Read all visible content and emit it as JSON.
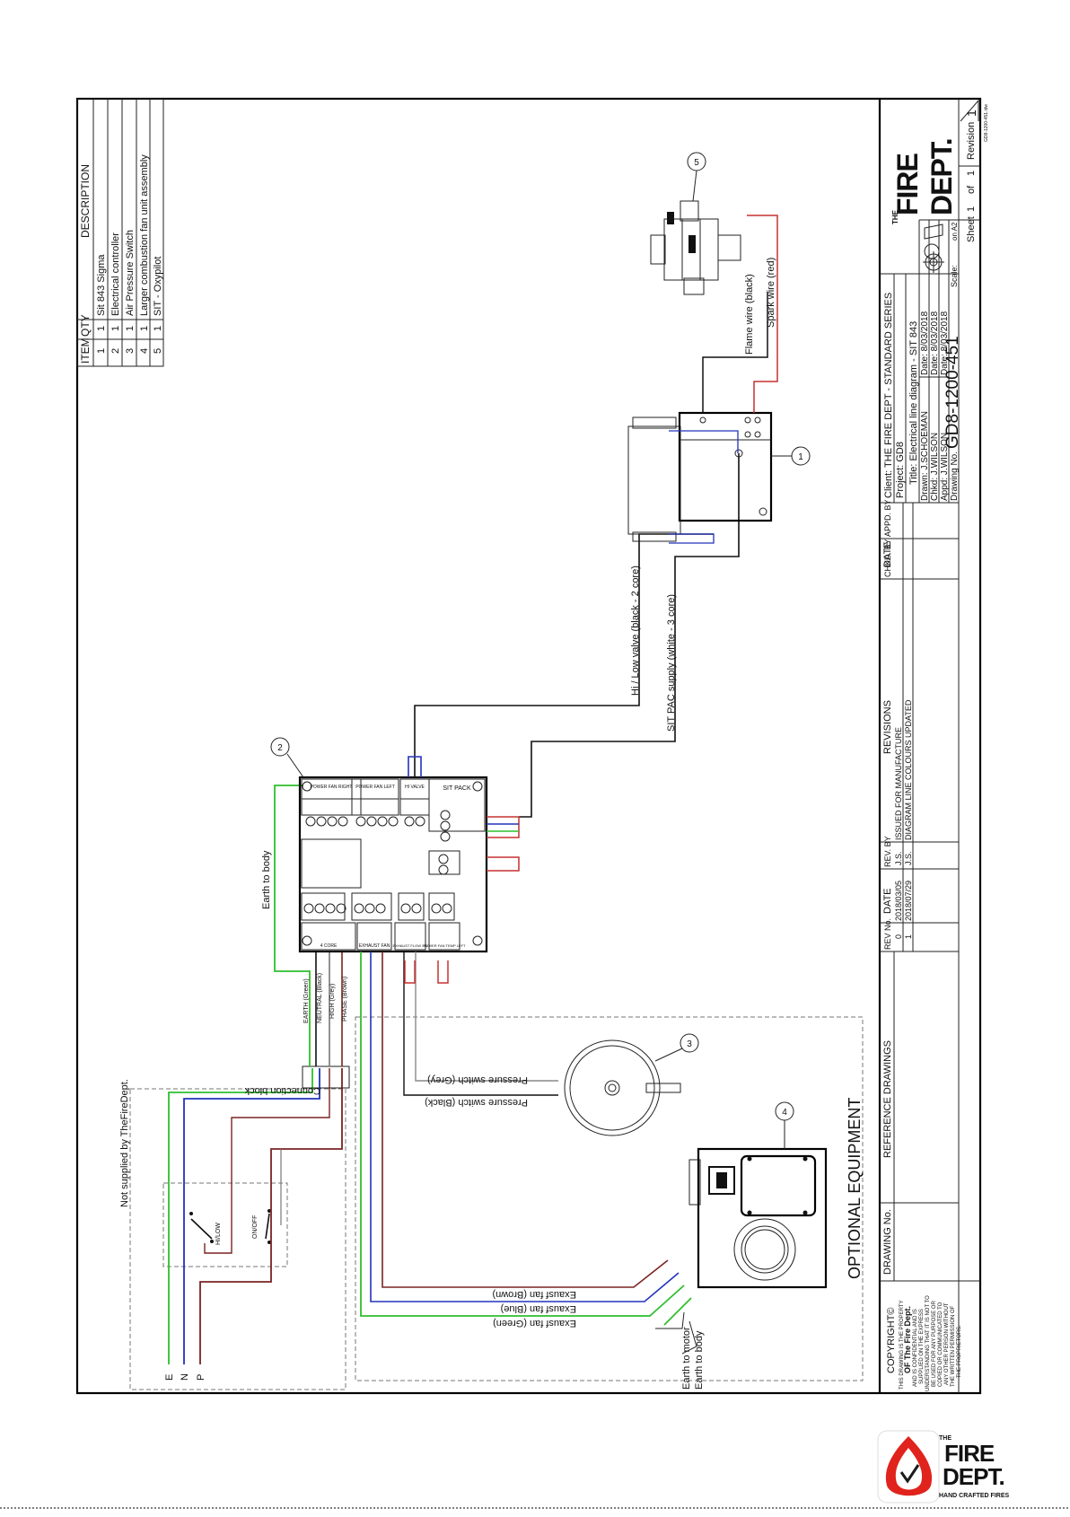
{
  "parts_list": {
    "headers": [
      "ITEM",
      "QTY",
      "DESCRIPTION"
    ],
    "rows": [
      {
        "item": "1",
        "qty": "1",
        "desc": "Sit 843 Sigma"
      },
      {
        "item": "2",
        "qty": "1",
        "desc": "Electrical controller"
      },
      {
        "item": "3",
        "qty": "1",
        "desc": "Air Pressure Switch"
      },
      {
        "item": "4",
        "qty": "1",
        "desc": "Larger combustion fan unit assembly"
      },
      {
        "item": "5",
        "qty": "1",
        "desc": "SIT - Oxypilot"
      }
    ]
  },
  "diagram": {
    "labels": {
      "not_supplied": "Not supplied by TheFireDept.",
      "supply_e": "E",
      "supply_n": "N",
      "supply_p": "P",
      "hi_low": "HI/LOW",
      "on_off": "ON/OFF",
      "connection_block": "Connection block",
      "earth_green": "EARTH (Green)",
      "neutral_black": "NEUTRAL (Black)",
      "high_grey": "HIGH (Grey)",
      "phase_brown": "PHASE (Brown)",
      "earth_to_body": "Earth to body",
      "hi_low_valve": "Hi / Low valve (black - 2 core)",
      "sit_pac_supply": "SIT PAC supply (white - 3 core)",
      "flame_wire": "Flame wire (black)",
      "spark_wire": "Spark wire (red)",
      "pressure_grey": "Pressure switch (Grey)",
      "pressure_black": "Pressure switch (Black)",
      "fan_brown": "Exausf fan (Brown)",
      "fan_blue": "Exausf fan (Blue)",
      "fan_green": "Exausf fan (Green)",
      "earth_to_motor": "Earth to motor",
      "earth_to_body_fan": "Earth to body",
      "optional_equipment": "OPTIONAL EQUIPMENT"
    },
    "controller_labels": {
      "power_fan_right": "POWER FAN RIGHT",
      "power_fan_left": "POWER FAN LEFT",
      "hi_valve": "HI VALVE",
      "sit_pack": "SIT PACK",
      "input": "4 CORE",
      "exhaust_fan": "EXHAUST FAN",
      "pressure_sw": "EXHAUST FLOW SW",
      "temp_sw": "POWER FAN TEMP LEFT"
    },
    "callouts": [
      "1",
      "2",
      "3",
      "4",
      "5"
    ]
  },
  "title_block": {
    "copyright_title": "COPYRIGHT©",
    "copyright_lines": [
      "THIS DRAWING IS THE PROPERTY",
      "OF The Fire Dept.",
      "AND IS CONFIDENTIAL AND IS",
      "SUPPLIED ON THE EXPRESS",
      "UNDERSTANDING THAT IT IS NOT TO",
      "BE USED FOR ANY PURPOSE OR",
      "COPIED OR COMMUNICATED TO",
      "ANY OTHER PERSON WITHOUT",
      "THE WRITTEN PERMISSION OF",
      "THE PROPRIETORS."
    ],
    "ref_headers": {
      "drawing_no": "DRAWING No.",
      "reference": "REFERENCE DRAWINGS"
    },
    "rev_headers": {
      "rev_no": "REV No.",
      "date": "DATE",
      "rev_by": "REV. BY",
      "revisions": "REVISIONS",
      "chkd_by": "CHKD. BY",
      "date2": "DATE",
      "appd_by": "APPD. BY"
    },
    "revisions": [
      {
        "no": "0",
        "date": "2018/03/05",
        "by": "J.S.",
        "desc": "ISSUED FOR MANUFACTURE"
      },
      {
        "no": "1",
        "date": "2018/07/29",
        "by": "J.S.",
        "desc": "DIAGRAM LINE COLOURS UPDATED"
      }
    ],
    "client": "Client: THE FIRE DEPT - STANDARD SERIES",
    "project": "Project: GD8",
    "title": "Title: Electrical line diagram - SIT 843",
    "drawn": "Drawn: J.SCHOEMAN",
    "drawn_date": "Date: 8/03/2018",
    "chkd": "Chkd: J.WILSON",
    "chkd_date": "Date: 8/03/2018",
    "appd": "Appd: J.WILSON",
    "appd_date": "Date: 8/03/2018",
    "drawing_no_label": "Drawing No.",
    "drawing_no": "GD8-1200-451",
    "scale": "Scale:",
    "size": "on A2",
    "sheet": "Sheet",
    "sheet_no": "1",
    "of": "of",
    "sheet_total": "1",
    "revision_label": "Revision",
    "revision_no": "1",
    "file_ref": "GD8-1200-451.idw"
  },
  "brand": {
    "the": "THE",
    "fire": "FIRE",
    "dept": "DEPT.",
    "tagline": "HAND CRAFTED FIRES",
    "red": "#e0231c",
    "dark": "#1b1b1b"
  }
}
